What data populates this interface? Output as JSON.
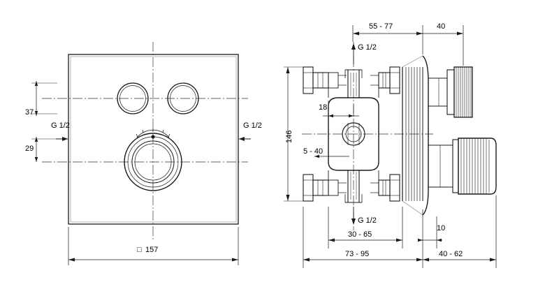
{
  "drawing": {
    "title": "Concealed thermostatic shower mixer - technical dimension drawing",
    "type": "technical-dimension-drawing",
    "units": "mm",
    "views": [
      {
        "name": "front-view",
        "description": "Square trim plate with two round control handles at top and one large round thermostat handle below"
      },
      {
        "name": "side-section-view",
        "description": "Cross-section of concealed body with connection ports and two handles"
      }
    ],
    "line_color": "#1a1a1a",
    "dimension_color": "#1a1a1a"
  },
  "labels": {
    "front": {
      "d37": "37",
      "d29": "29",
      "g12_left": "G 1/2",
      "g12_right": "G 1/2",
      "width": "157",
      "square_symbol": "□"
    },
    "side": {
      "d55_77": "55 - 77",
      "d40": "40",
      "g12_top": "G 1/2",
      "g12_bottom": "G 1/2",
      "d18": "18",
      "d146": "146",
      "d5_40": "5 - 40",
      "d30_65": "30 - 65",
      "d10": "10",
      "d73_95": "73 - 95",
      "d40_62": "40 - 62"
    }
  }
}
